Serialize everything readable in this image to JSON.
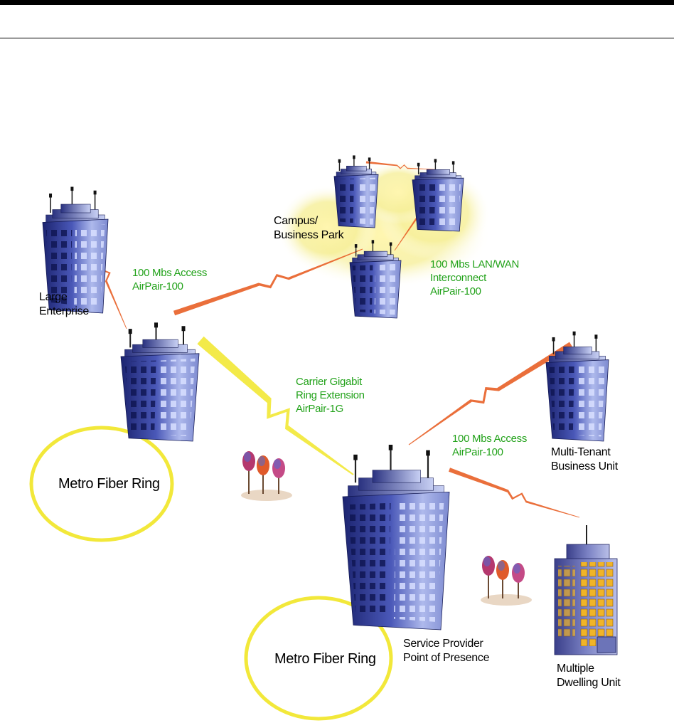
{
  "colors": {
    "fiber_ring": "#f2e83a",
    "gigabit_link": "#f2e83a",
    "access_link": "#e8632a",
    "wireless_label": "#22a21a",
    "building_dark": "#1c2470",
    "building_light": "#aeb9ec",
    "residential_window": "#f0b428"
  },
  "icons": [
    "building-icon",
    "trees-icon",
    "fiber-ring-icon",
    "wireless-link-icon",
    "cloud-icon"
  ],
  "labels": {
    "large_enterprise": [
      "Large",
      "Enterprise"
    ],
    "campus": [
      "Campus/",
      "Business Park"
    ],
    "access_100_top": [
      "100 Mbs Access",
      "AirPair-100"
    ],
    "lan_wan": [
      "100 Mbs LAN/WAN",
      "Interconnect",
      "AirPair-100"
    ],
    "gigabit": [
      "Carrier Gigabit",
      "Ring Extension",
      "AirPair-1G"
    ],
    "access_100_right": [
      "100 Mbs Access",
      "AirPair-100"
    ],
    "multi_tenant": [
      "Multi-Tenant",
      "Business Unit"
    ],
    "service_provider": [
      "Service Provider",
      "Point of Presence"
    ],
    "mdu": [
      "Multiple",
      "Dwelling Unit"
    ],
    "ring_left": "Metro Fiber Ring",
    "ring_bottom": "Metro Fiber Ring"
  }
}
